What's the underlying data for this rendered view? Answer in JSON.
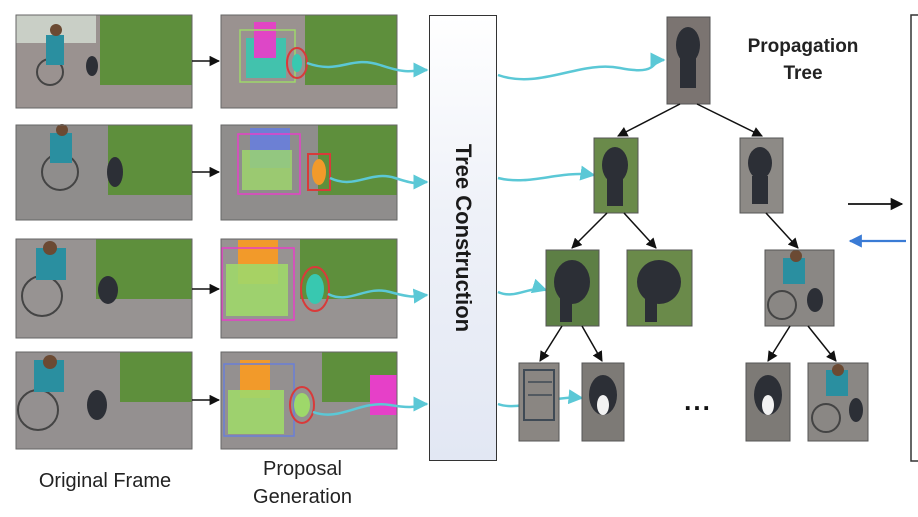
{
  "labels": {
    "original_frame": "Original Frame",
    "proposal_generation_line1": "Proposal",
    "proposal_generation_line2": "Generation",
    "tree_construction": "Tree Construction",
    "propagation_tree_line1": "Propagation",
    "propagation_tree_line2": "Tree",
    "ellipsis": "..."
  },
  "colors": {
    "cyan_arrow": "#5bc8d6",
    "blue_arrow": "#3a7bd5",
    "black_arrow": "#111111",
    "grass": "#5e8f3c",
    "pavement": "#9a9290",
    "dog": "#2c2f36",
    "mask_pink": "#e640c8",
    "mask_teal": "#38c8b0",
    "mask_blue": "#6a7fd8",
    "mask_orange": "#f29a2a",
    "mask_green": "#9ed86a",
    "box_red": "#d93a3a"
  },
  "rows": [
    {
      "frame_icon": "wheelchair-scene-photo-1",
      "proposal_icon": "masked-proposals-photo-1"
    },
    {
      "frame_icon": "wheelchair-scene-photo-2",
      "proposal_icon": "masked-proposals-photo-2"
    },
    {
      "frame_icon": "wheelchair-scene-photo-3",
      "proposal_icon": "masked-proposals-photo-3"
    },
    {
      "frame_icon": "wheelchair-scene-photo-4",
      "proposal_icon": "masked-proposals-photo-4"
    }
  ]
}
